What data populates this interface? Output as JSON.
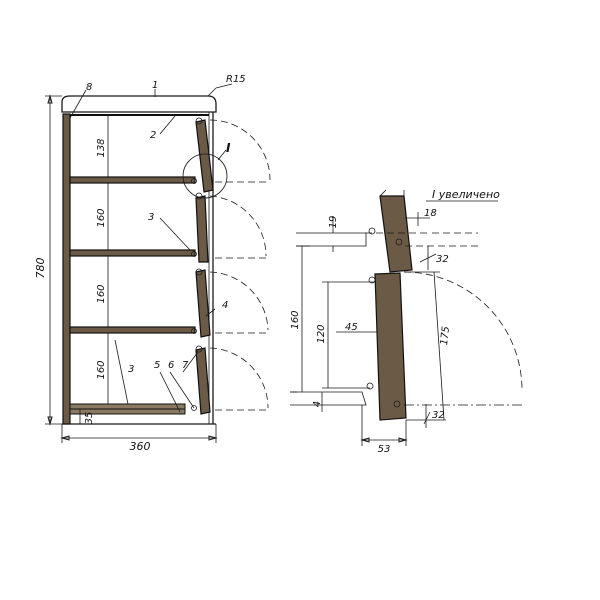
{
  "main_view": {
    "overall_height": "780",
    "overall_width": "360",
    "corner_radius": "R15",
    "bottom_gap": "35",
    "shelf_gap_top": "138",
    "shelf_gap_2": "160",
    "shelf_gap_3": "160",
    "shelf_gap_4": "160",
    "detail_marker": "I",
    "parts": {
      "p1": "1",
      "p2": "2",
      "p3a": "3",
      "p3b": "3",
      "p4": "4",
      "p5": "5",
      "p6": "6",
      "p7": "7",
      "p8": "8"
    }
  },
  "detail_view": {
    "title": "I увеличено",
    "dim_19": "19",
    "dim_18": "18",
    "dim_32_top": "32",
    "dim_160": "160",
    "dim_120": "120",
    "dim_45": "45",
    "dim_175": "175",
    "dim_4": "4",
    "dim_32_bottom": "32",
    "dim_53": "53"
  }
}
